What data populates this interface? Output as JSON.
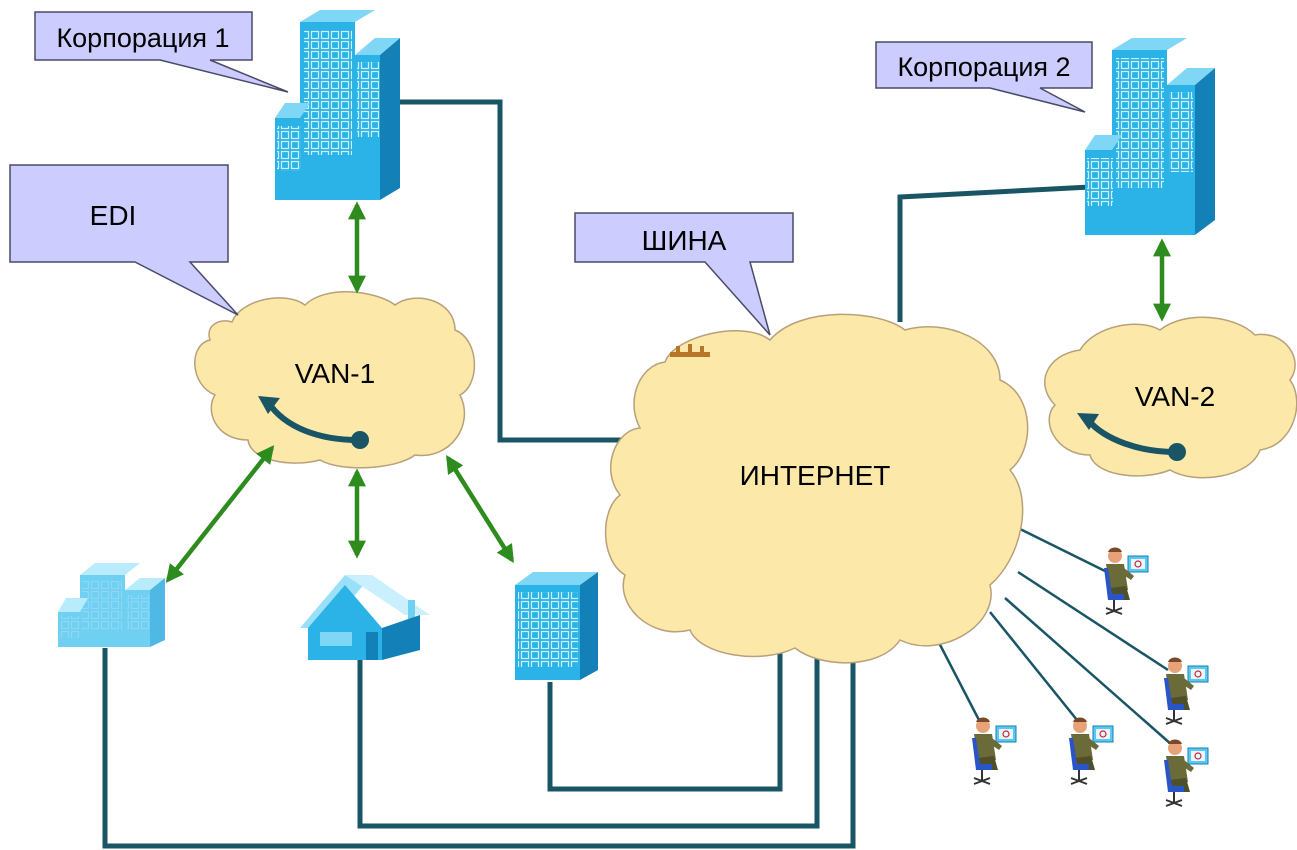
{
  "labels": {
    "corp1": "Корпорация 1",
    "corp2": "Корпорация 2",
    "edi": "EDI",
    "bus": "ШИНА",
    "van1": "VAN-1",
    "van2": "VAN-2",
    "internet": "ИНТЕРНЕТ"
  },
  "colors": {
    "cloud_fill": "#FCE8A8",
    "cloud_stroke": "#B8A07A",
    "callout_fill": "#CCCCFF",
    "callout_stroke": "#4A4A6A",
    "wire": "#1A5566",
    "arrow": "#2E8B1E",
    "building_front": "#2BB3E8",
    "building_side": "#1380B8",
    "building_light": "#7FD6F5"
  },
  "icons": {
    "buildings": [
      "office-tower-icon",
      "building-icon",
      "house-icon"
    ],
    "users": "user-at-computer-icon"
  }
}
